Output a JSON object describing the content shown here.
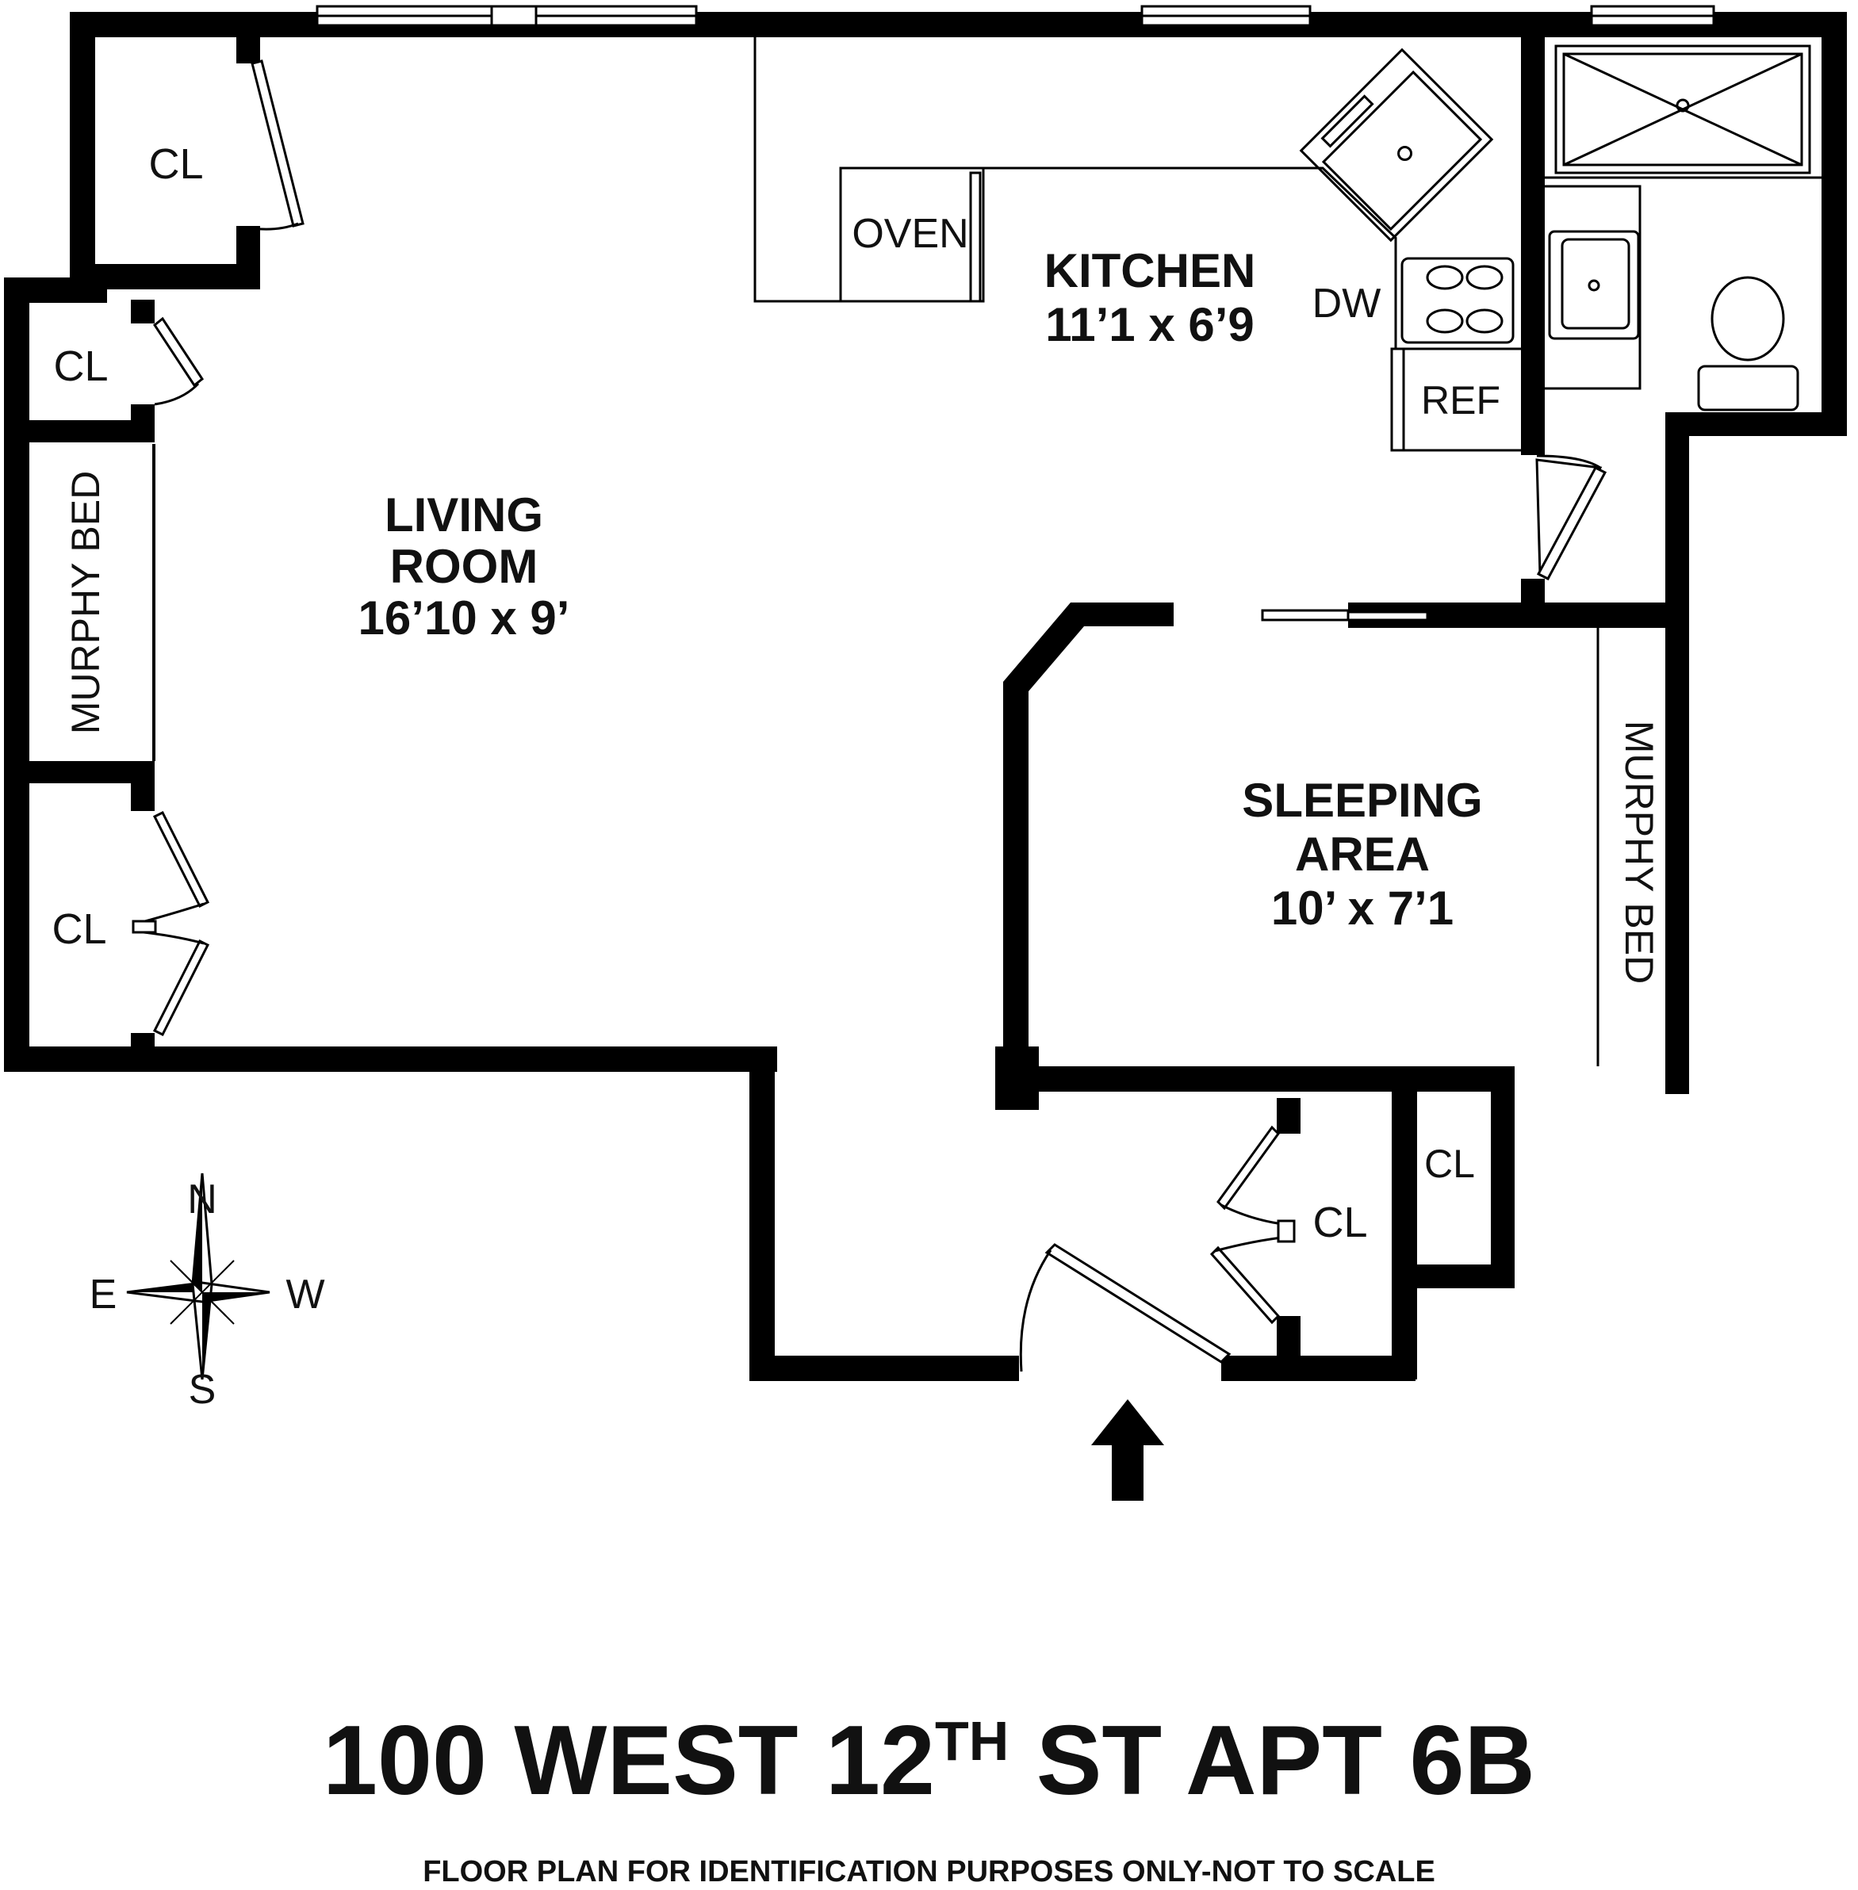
{
  "rooms": {
    "living": {
      "name_line1": "LIVING",
      "name_line2": "ROOM",
      "size": "16’10 x 9’"
    },
    "kitchen": {
      "name": "KITCHEN",
      "size": "11’1 x 6’9"
    },
    "sleeping": {
      "name_line1": "SLEEPING",
      "name_line2": "AREA",
      "size": "10’ x 7’1"
    }
  },
  "fixtures": {
    "oven": "OVEN",
    "dishwasher": "DW",
    "refrigerator": "REF",
    "murphy_bed_living": "MURPHY BED",
    "murphy_bed_sleeping": "MURPHY BED"
  },
  "closets": [
    "CL",
    "CL",
    "CL",
    "CL",
    "CL"
  ],
  "compass": {
    "north": "N",
    "south": "S",
    "east": "E",
    "west": "W"
  },
  "title": {
    "address_prefix": "100 WEST 12",
    "ordinal_suffix": "TH",
    "address_rest": " ST APT 6B"
  },
  "disclaimer": "FLOOR PLAN FOR IDENTIFICATION PURPOSES ONLY-NOT TO SCALE"
}
